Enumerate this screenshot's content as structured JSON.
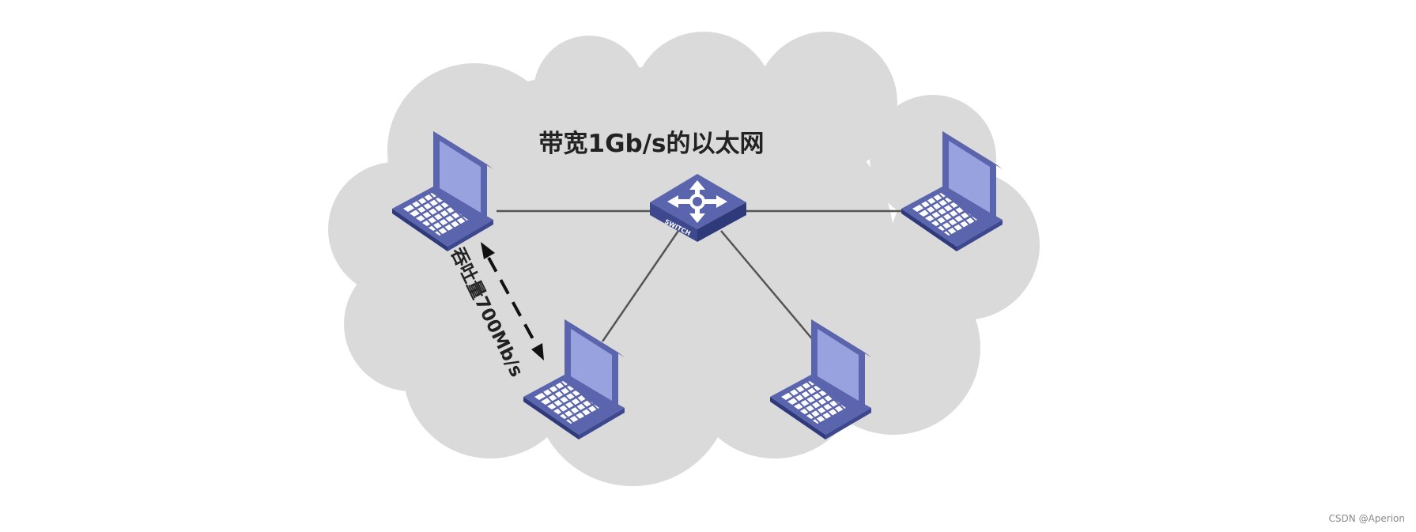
{
  "title": "带宽1Gb/s的以太网",
  "throughput_label": "吞吐量700Mb/s",
  "switch_label": "SWITCH",
  "watermark": "CSDN @Aperion",
  "colors": {
    "cloud": "#dadada",
    "device_blue": "#5a65ad",
    "device_dark": "#2f3a7a",
    "screen": "#98a2df",
    "link": "#555555",
    "arrow": "#111111"
  },
  "icons": [
    "laptop-icon",
    "switch-icon",
    "cloud-shape",
    "double-arrow-icon"
  ]
}
